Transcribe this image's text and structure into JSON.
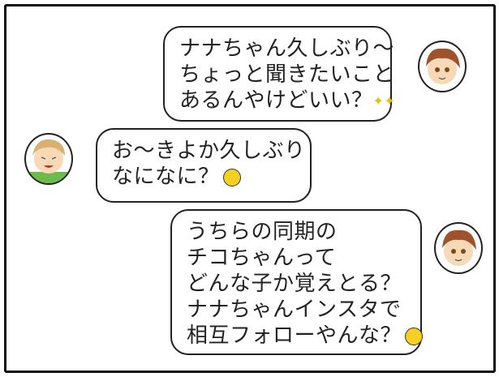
{
  "messages": [
    {
      "side": "right",
      "lines": [
        "ナナちゃん久しぶり〜",
        "ちょっと聞きたいこと",
        "あるんやけどいい？"
      ],
      "icon": "sparkle-icon"
    },
    {
      "side": "left",
      "lines": [
        "お〜きよか久しぶり",
        "なになに？"
      ],
      "icon": "laughing-face-icon"
    },
    {
      "side": "right",
      "lines": [
        "うちらの同期の",
        "チコちゃんって",
        "どんな子か覚えとる？",
        "ナナちゃんインスタで",
        "相互フォローやんな？"
      ],
      "icon": "smiling-face-icon"
    }
  ],
  "colors": {
    "border": "#222222",
    "emoji": "#f5d020",
    "hair": "#a0522d",
    "skin": "#f7d9b8",
    "shirt": "#6dbb4a"
  }
}
